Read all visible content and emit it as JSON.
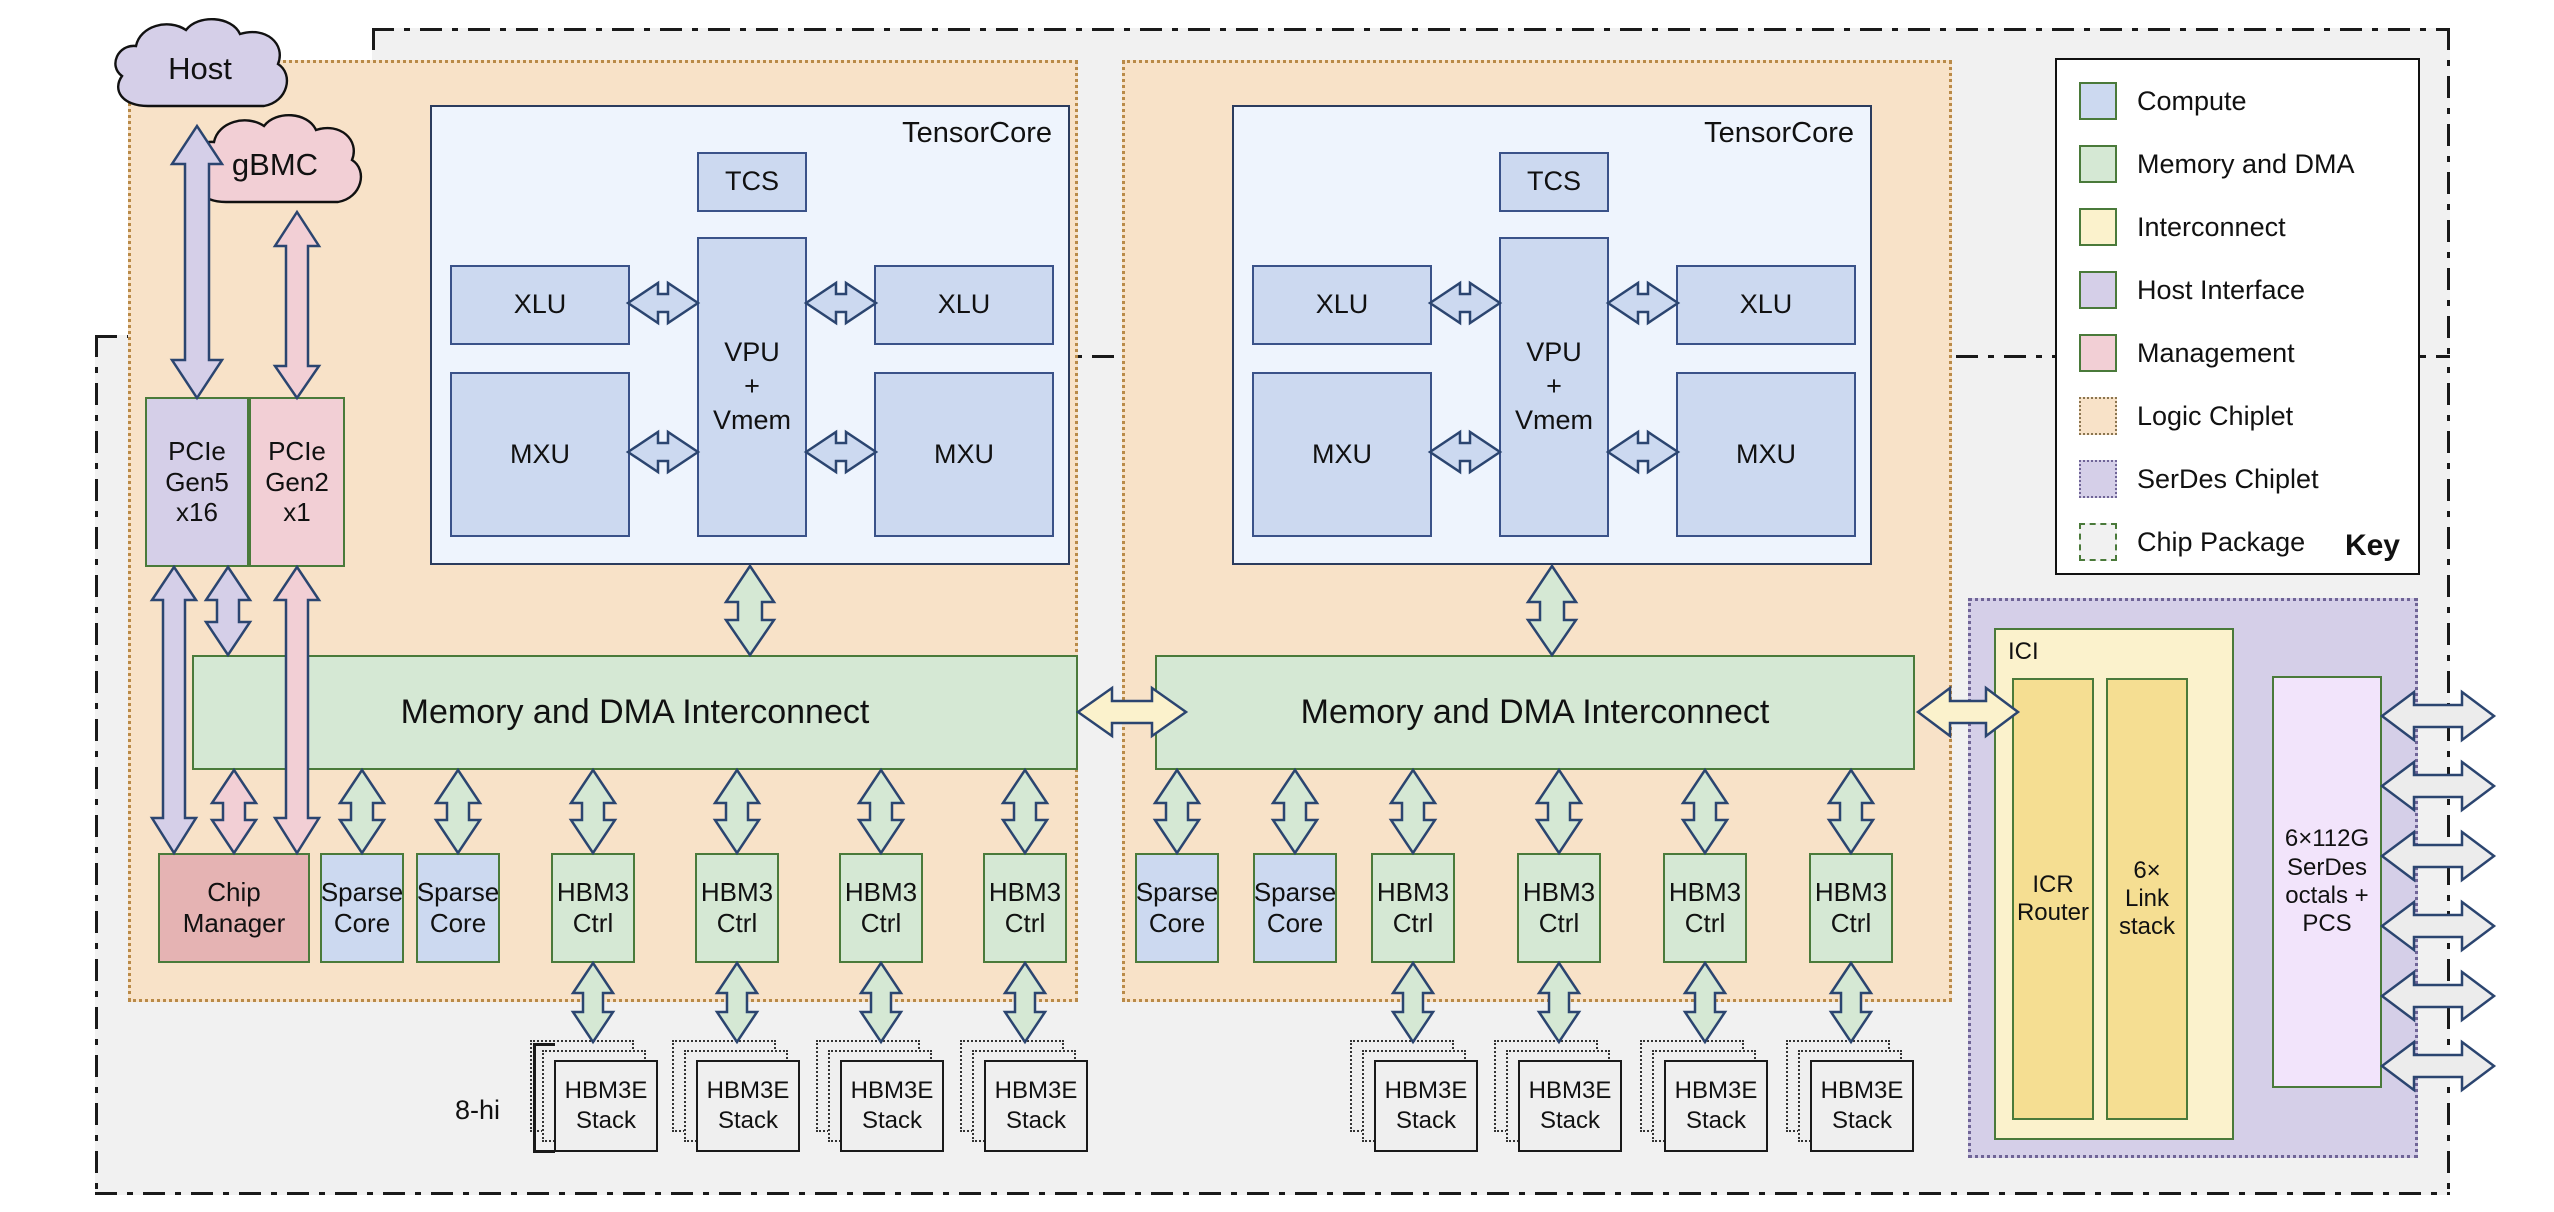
{
  "diagram": {
    "title": "TPU chip architecture block diagram",
    "hi_label": "8-hi"
  },
  "clouds": [
    {
      "name": "host",
      "label": "Host",
      "color": "#d5cfe8"
    },
    {
      "name": "gbmc",
      "label": "gBMC",
      "color": "#f2cfd5"
    }
  ],
  "host_interface": {
    "pcie_gen5": "PCIe\nGen5\nx16",
    "pcie_gen5_lines": [
      "PCIe",
      "Gen5",
      "x16"
    ],
    "pcie_gen2_lines": [
      "PCIe",
      "Gen2",
      "x1"
    ]
  },
  "tensorcore": {
    "label": "TensorCore",
    "tcs": "TCS",
    "vpu_lines": [
      "VPU",
      "+",
      "Vmem"
    ],
    "xlu": "XLU",
    "mxu": "MXU"
  },
  "interconnect": {
    "label": "Memory and DMA Interconnect"
  },
  "bottom_blocks": {
    "chip_manager_lines": [
      "Chip",
      "Manager"
    ],
    "sparse_core_lines": [
      "Sparse",
      "Core"
    ],
    "hbm3_ctrl_lines": [
      "HBM3",
      "Ctrl"
    ]
  },
  "memory_stack": {
    "lines": [
      "HBM3E",
      "Stack"
    ]
  },
  "ici": {
    "label": "ICI",
    "icr_router_lines": [
      "ICR",
      "Router"
    ],
    "link_stack_lines": [
      "6×",
      "Link",
      "stack"
    ],
    "serdes_lines": [
      "6×112G",
      "SerDes",
      "octals +",
      "PCS"
    ]
  },
  "legend": {
    "key_label": "Key",
    "items": [
      {
        "name": "compute",
        "label": "Compute",
        "color": "#ccd9f0",
        "style": "solid"
      },
      {
        "name": "memory-dma",
        "label": "Memory and DMA",
        "color": "#d5e8d4",
        "style": "solid"
      },
      {
        "name": "interconnect",
        "label": "Interconnect",
        "color": "#fbf2cc",
        "style": "solid"
      },
      {
        "name": "host-interface",
        "label": "Host Interface",
        "color": "#d5cfe8",
        "style": "solid"
      },
      {
        "name": "management",
        "label": "Management",
        "color": "#f2cfd5",
        "style": "solid"
      },
      {
        "name": "logic-chiplet",
        "label": "Logic Chiplet",
        "color": "#f8e2c8",
        "style": "dotted"
      },
      {
        "name": "serdes-chiplet",
        "label": "SerDes Chiplet",
        "color": "#d5cfe8",
        "style": "dotted"
      },
      {
        "name": "chip-package",
        "label": "Chip Package",
        "color": "#f1f1f1",
        "style": "dashdot"
      }
    ]
  },
  "colors": {
    "compute": "#ccd9f0",
    "memory": "#d5e8d4",
    "interconnect": "#fbf2cc",
    "host_interface": "#d5cfe8",
    "management": "#f2cfd5",
    "logic_chiplet": "#f8e2c8",
    "serdes_chiplet": "#d5cfe8",
    "chip_package": "#f1f1f1",
    "arrow_outline": "#2b4570"
  }
}
